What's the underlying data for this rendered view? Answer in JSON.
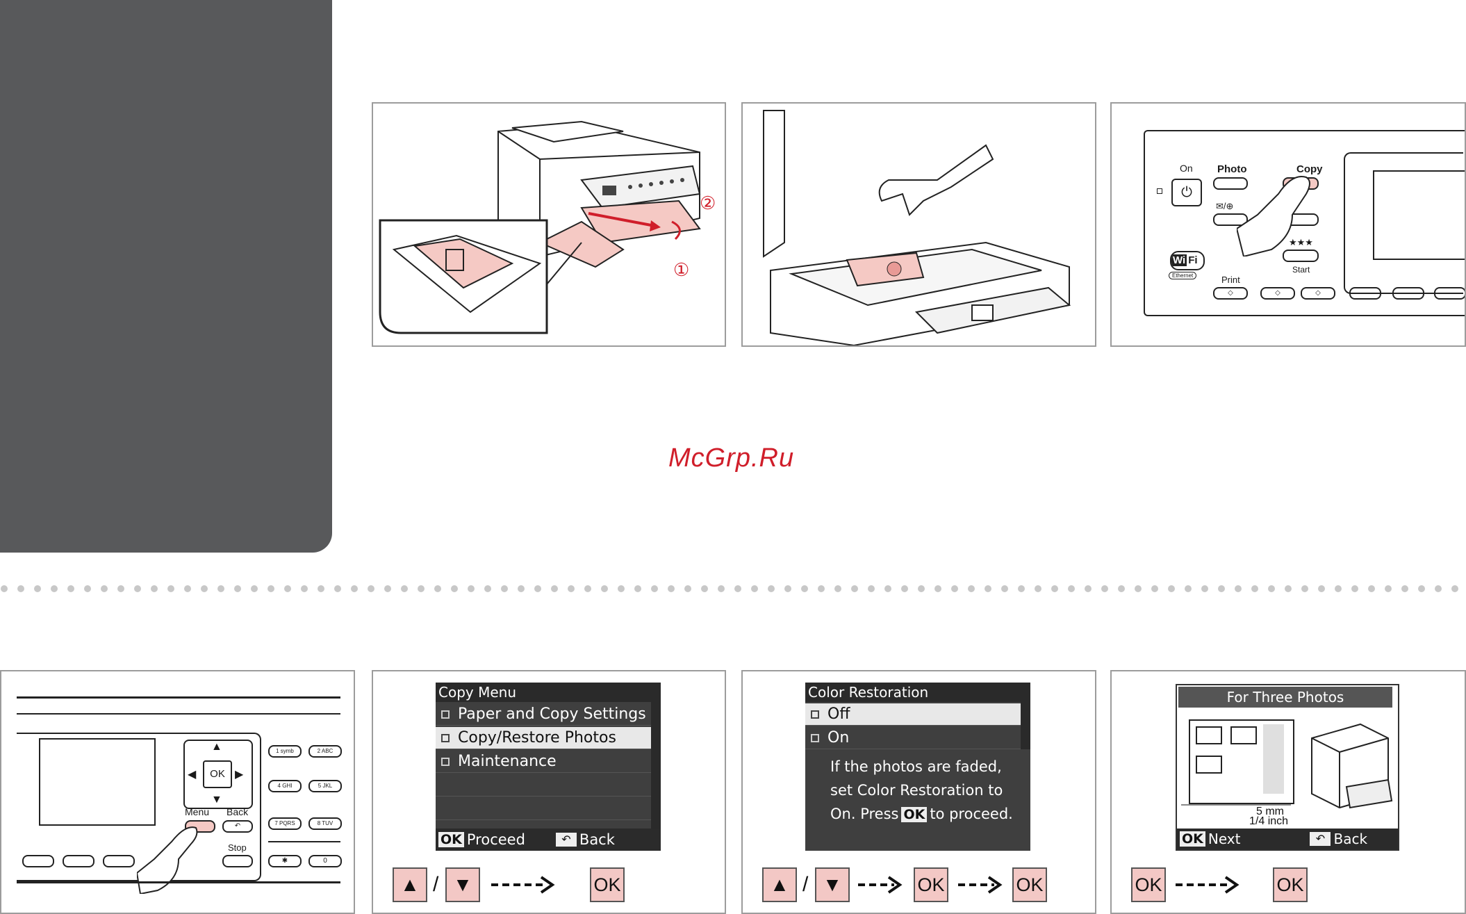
{
  "watermark": "McGrp.Ru",
  "panel_top3": {
    "on_label": "On",
    "photo_label": "Photo",
    "copy_label": "Copy",
    "stars": "★★★",
    "start_label": "Start",
    "print_label": "Print",
    "wifi_wi": "Wi",
    "wifi_fi": "Fi",
    "ethernet_label": "Ethernet"
  },
  "tray_callouts": {
    "step1": "①",
    "step2": "②"
  },
  "panel_bottom1": {
    "ok_label": "OK",
    "menu_label": "Menu",
    "back_label": "Back",
    "stop_label": "Stop",
    "keys": [
      "1 symb",
      "2 ABC",
      "4 GHI",
      "5 JKL",
      "7 PQRS",
      "8 TUV",
      "✱",
      "0"
    ]
  },
  "copy_menu": {
    "title": "Copy Menu",
    "items": [
      "Paper and Copy Settings",
      "Copy/Restore Photos",
      "Maintenance"
    ],
    "footer_ok": "OK",
    "footer_proceed": "Proceed",
    "footer_back": "Back"
  },
  "color_restoration": {
    "title": "Color Restoration",
    "options": [
      "Off",
      "On"
    ],
    "info_line1": "If the photos are faded,",
    "info_line2": "set Color Restoration to",
    "info_line3_a": "On. Press",
    "info_line3_ok": "OK",
    "info_line3_b": "to proceed."
  },
  "three_photos": {
    "title": "For Three Photos",
    "measure_1": "5 mm",
    "measure_2": "1/4 inch",
    "footer_ok": "OK",
    "footer_next": "Next",
    "footer_back": "Back"
  },
  "keys": {
    "ok": "OK",
    "slash": "/",
    "up": "▲",
    "down": "▼"
  }
}
